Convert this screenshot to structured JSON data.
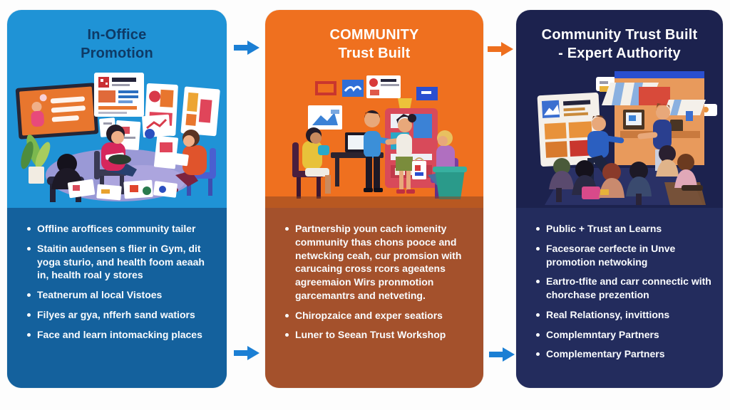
{
  "arrows": {
    "blue": "#1b7fd4",
    "orange": "#ee6f1e"
  },
  "panels": [
    {
      "name": "in-office-promotion",
      "title": [
        "In-Office",
        "Promotion"
      ],
      "colors": {
        "top": "#1f93d6",
        "bottom": "#14619d",
        "title": "#0e3a66"
      },
      "bullets": [
        "Offline aroffices community tailer",
        "Staitin audensen s flier in Gym, dit yoga sturio, and health foom aeaah in, health roal y stores",
        "Teatnerum al local Vistoes",
        "Filyes ar gya, nfferh sand watiors",
        "Face and learn intomacking places"
      ]
    },
    {
      "name": "community-trust-built",
      "title": [
        "COMMUNITY",
        "Trust Built"
      ],
      "colors": {
        "top": "#ef701f",
        "bottom": "#a4512c",
        "title": "#ffffff"
      },
      "bullets": [
        "Partnership youn cach iomenity community thas chons pooce and netwcking ceah, cur promsion with carucaing cross rcors ageatens agreemaion Wirs pronmotion garcemantrs and netveting.",
        "Chiropzaice and exper seatiors",
        "Luner to Seean Trust Workshop"
      ]
    },
    {
      "name": "community-trust-built-expert-authority",
      "title": [
        "Community Trust Built",
        "- Expert Authority"
      ],
      "colors": {
        "top": "#1c224e",
        "bottom": "#232c5d",
        "title": "#ffffff"
      },
      "bullets": [
        "Public + Trust an Learns",
        "Facesorae cerfecte in Unve promotion netwoking",
        "Eartro-tfite and carr connectic with chorchase prezention",
        "Real Relationsy, invittions",
        "Complemntary Partners",
        "Complementary Partners"
      ]
    }
  ]
}
